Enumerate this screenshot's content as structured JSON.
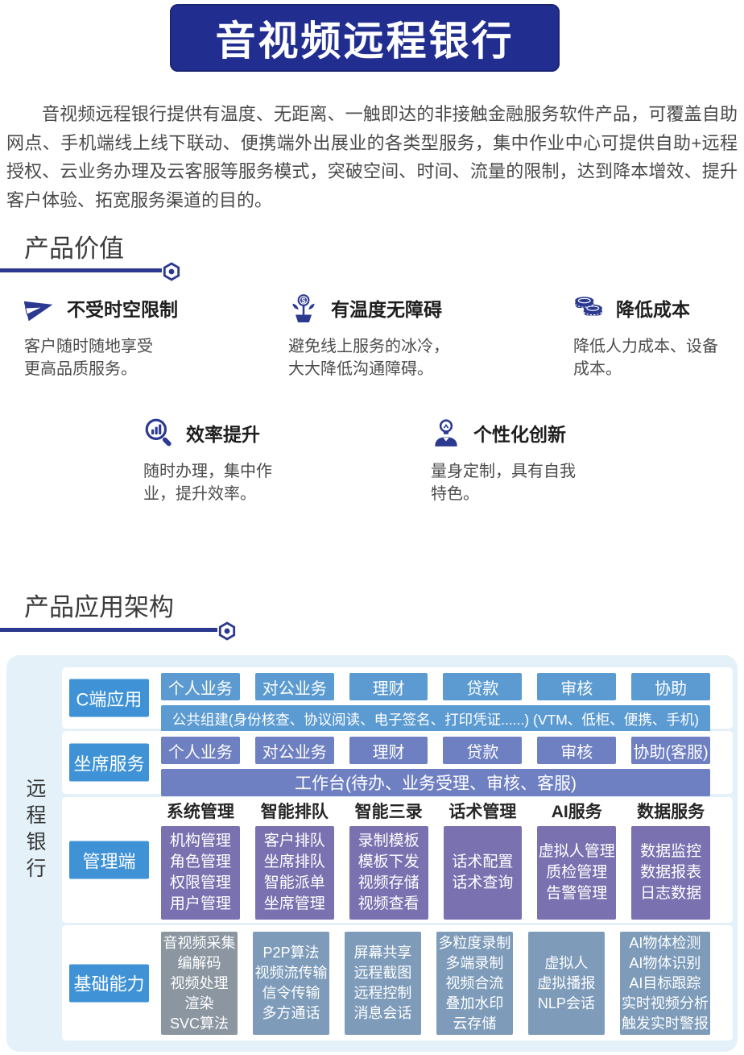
{
  "header": {
    "title": "音视频远程银行"
  },
  "intro": {
    "text": "音视频远程银行提供有温度、无距离、一触即达的非接触金融服务软件产品，可覆盖自助网点、手机端线上线下联动、便携端外出展业的各类型服务，集中作业中心可提供自助+远程授权、云业务办理及云客服等服务模式，突破空间、时间、流量的限制，达到降本增效、提升客户体验、拓宽服务渠道的目的。"
  },
  "sections": {
    "value": {
      "title": "产品价值"
    },
    "architecture": {
      "title": "产品应用架构"
    }
  },
  "features": [
    {
      "icon": "paper-plane-icon",
      "title": "不受时空限制",
      "desc": "客户随时随地享受更高品质服务。"
    },
    {
      "icon": "warm-flower-coin-icon",
      "title": "有温度无障碍",
      "desc": "避免线上服务的冰冷，大大降低沟通障碍。"
    },
    {
      "icon": "coins-icon",
      "title": "降低成本",
      "desc": "降低人力成本、设备成本。"
    },
    {
      "icon": "magnifier-chart-icon",
      "title": "效率提升",
      "desc": "随时办理，集中作业，提升效率。"
    },
    {
      "icon": "lightbulb-person-icon",
      "title": "个性化创新",
      "desc": "量身定制，具有自我特色。"
    }
  ],
  "architecture": {
    "side_label": "远程银行",
    "rows": {
      "c_end": {
        "label": "C端应用",
        "buttons": [
          "个人业务",
          "对公业务",
          "理财",
          "贷款",
          "审核",
          "协助"
        ],
        "bar": "公共组建(身份核查、协议阅读、电子签名、打印凭证......) (VTM、低柜、便携、手机)"
      },
      "agent": {
        "label": "坐席服务",
        "buttons": [
          "个人业务",
          "对公业务",
          "理财",
          "贷款",
          "审核",
          "协助(客服)"
        ],
        "bar": "工作台(待办、业务受理、审核、客服)"
      },
      "management": {
        "label": "管理端",
        "columns": [
          {
            "header": "系统管理",
            "items": [
              "机构管理",
              "角色管理",
              "权限管理",
              "用户管理"
            ]
          },
          {
            "header": "智能排队",
            "items": [
              "客户排队",
              "坐席排队",
              "智能派单",
              "坐席管理"
            ]
          },
          {
            "header": "智能三录",
            "items": [
              "录制模板",
              "模板下发",
              "视频存储",
              "视频查看"
            ]
          },
          {
            "header": "话术管理",
            "items": [
              "话术配置",
              "话术查询"
            ]
          },
          {
            "header": "AI服务",
            "items": [
              "虚拟人管理",
              "质检管理",
              "告警管理"
            ]
          },
          {
            "header": "数据服务",
            "items": [
              "数据监控",
              "数据报表",
              "日志数据"
            ]
          }
        ]
      },
      "basic": {
        "label": "基础能力",
        "columns": [
          {
            "items": [
              "音视频采集",
              "编解码",
              "视频处理",
              "渲染",
              "SVC算法"
            ]
          },
          {
            "items": [
              "P2P算法",
              "视频流传输",
              "信令传输",
              "多方通话"
            ]
          },
          {
            "items": [
              "屏幕共享",
              "远程截图",
              "远程控制",
              "消息会话"
            ]
          },
          {
            "items": [
              "多粒度录制",
              "多端录制",
              "视频合流",
              "叠加水印",
              "云存储"
            ]
          },
          {
            "items": [
              "虚拟人",
              "虚拟播报",
              "NLP会话"
            ]
          },
          {
            "items": [
              "AI物体检测",
              "AI物体识别",
              "AI目标跟踪",
              "实时视频分析",
              "触发实时警报"
            ]
          }
        ]
      }
    }
  },
  "colors": {
    "banner_bg": "#222e8f",
    "accent_dark_blue": "#2b3990",
    "panel_bg": "#e4f1f9",
    "label_blue": "#3e92d5",
    "c_end_chip": "#5b9bd2",
    "agent_chip": "#6e7fc2",
    "management_box": "#7a71b0",
    "basic_box": "#7e9cba",
    "basic_box_first": "#8b96a0",
    "body_text": "#4a4a4a"
  }
}
